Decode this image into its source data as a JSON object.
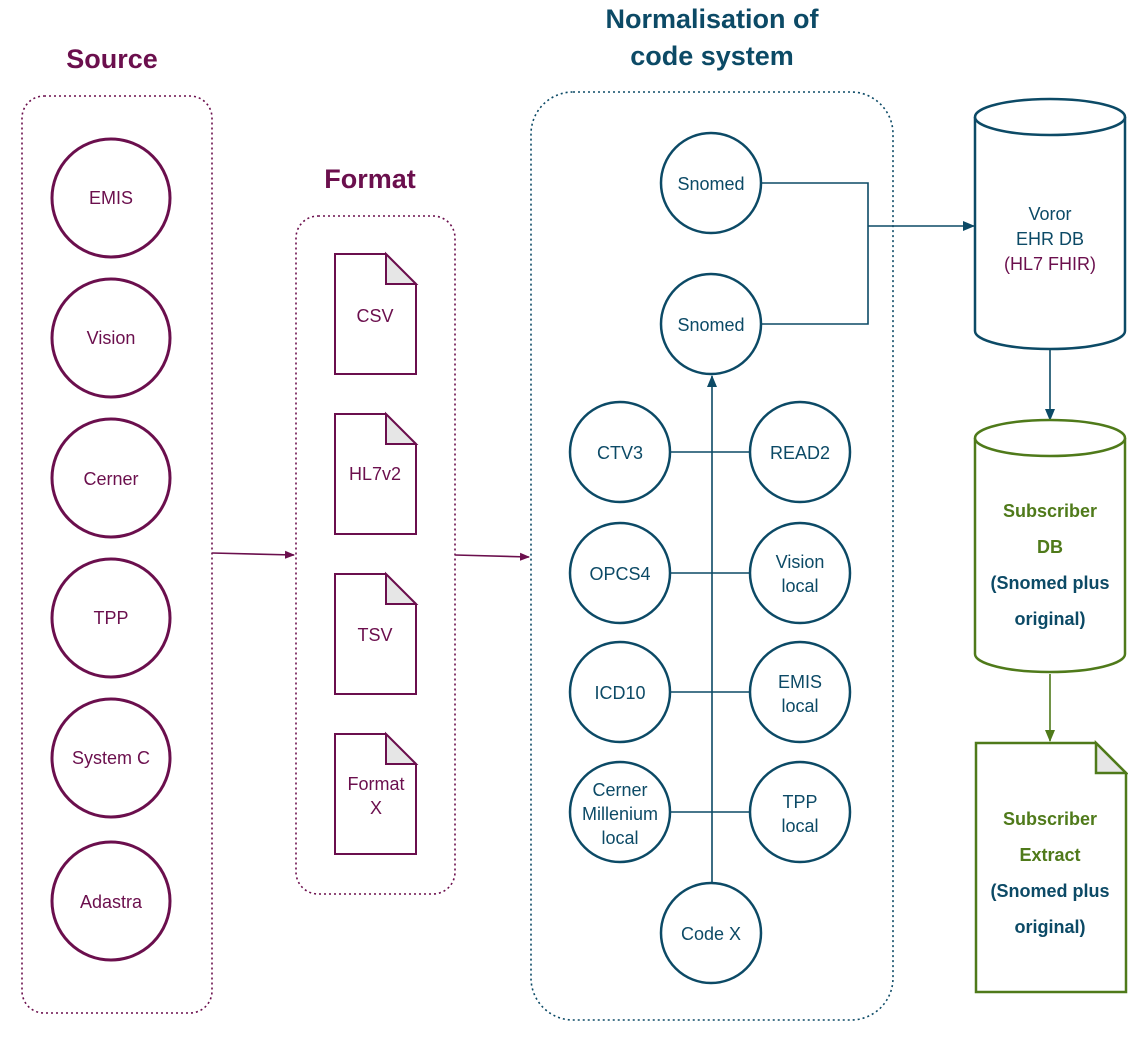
{
  "colors": {
    "source": "#6b0f4d",
    "format": "#6b0f4d",
    "normalise": "#0c4a66",
    "subscriber": "#4f7a1a",
    "page_fold": "#e6e6e6"
  },
  "titles": {
    "source": "Source",
    "format": "Format",
    "normalise_line1": "Normalisation of",
    "normalise_line2": "code system"
  },
  "sources": [
    "EMIS",
    "Vision",
    "Cerner",
    "TPP",
    "System C",
    "Adastra"
  ],
  "formats": [
    {
      "lines": [
        "CSV"
      ]
    },
    {
      "lines": [
        "HL7v2"
      ]
    },
    {
      "lines": [
        "TSV"
      ]
    },
    {
      "lines": [
        "Format",
        "X"
      ]
    }
  ],
  "codes": {
    "snomed_top": "Snomed",
    "snomed_mid": "Snomed",
    "left": [
      {
        "lines": [
          "CTV3"
        ]
      },
      {
        "lines": [
          "OPCS4"
        ]
      },
      {
        "lines": [
          "ICD10"
        ]
      },
      {
        "lines": [
          "Cerner",
          "Millenium",
          "local"
        ]
      }
    ],
    "right": [
      {
        "lines": [
          "READ2"
        ]
      },
      {
        "lines": [
          "Vision",
          "local"
        ]
      },
      {
        "lines": [
          "EMIS",
          "local"
        ]
      },
      {
        "lines": [
          "TPP",
          "local"
        ]
      }
    ],
    "code_x": "Code X"
  },
  "ehr_db": {
    "line1": "Voror",
    "line2": "EHR DB",
    "line3": "(HL7 FHIR)"
  },
  "subscriber_db": {
    "line1": "Subscriber",
    "line2": "DB",
    "line3": "(Snomed plus",
    "line4": "original)"
  },
  "subscriber_extract": {
    "line1": "Subscriber",
    "line2": "Extract",
    "line3": "(Snomed plus",
    "line4": "original)"
  }
}
